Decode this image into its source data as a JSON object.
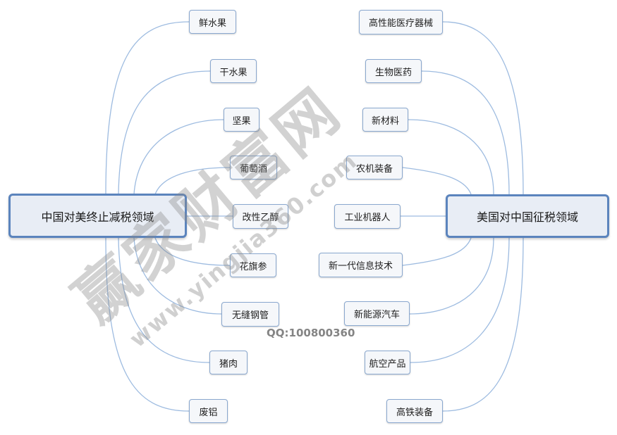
{
  "left_center": {
    "label": "中国对美终止减税领域"
  },
  "right_center": {
    "label": "美国对中国征税领域"
  },
  "left_items": [
    "鲜水果",
    "干水果",
    "坚果",
    "葡萄酒",
    "改性乙醇",
    "花旗参",
    "无缝钢管",
    "猪肉",
    "废铝"
  ],
  "right_items": [
    "高性能医疗器械",
    "生物医药",
    "新材料",
    "农机装备",
    "工业机器人",
    "新一代信息技术",
    "新能源汽车",
    "航空产品",
    "高铁装备"
  ],
  "watermark": {
    "brand": "赢家财富网",
    "url": "www.yingjia360.com",
    "qq": "QQ:100800360"
  },
  "colors": {
    "node_border": "#5b84bd",
    "node_fill": "#e8edf5",
    "leaf_border": "#8aa8cf",
    "leaf_fill": "#f5f7fa",
    "connector": "#9dbbe0",
    "watermark": "#8a8a8a"
  }
}
